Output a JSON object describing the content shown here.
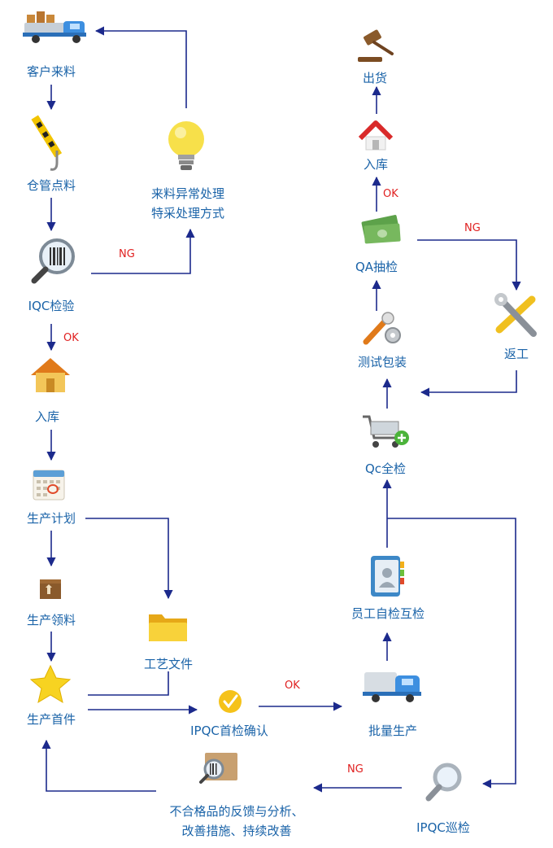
{
  "nodes": {
    "customer_material": "客户来料",
    "warehouse_count": "仓管点料",
    "iqc_inspection": "IQC检验",
    "warehouse_in_left": "入库",
    "production_plan": "生产计划",
    "production_picking": "生产领料",
    "first_article": "生产首件",
    "process_docs": "工艺文件",
    "ipqc_first_confirm": "IPQC首检确认",
    "mass_production": "批量生产",
    "self_mutual_check": "员工自检互检",
    "qc_full_check": "Qc全检",
    "test_packing": "测试包装",
    "qa_sampling": "QA抽检",
    "warehouse_in_right": "入库",
    "shipping": "出货",
    "rework": "返工",
    "ipqc_patrol": "IPQC巡检",
    "abnormal_line1": "来料异常处理",
    "abnormal_line2": "特采处理方式",
    "feedback_line1": "不合格品的反馈与分析、",
    "feedback_line2": "改善措施、持续改善"
  },
  "tags": {
    "ng_iqc": "NG",
    "ok_iqc": "OK",
    "ok_ipqc": "OK",
    "ng_patrol": "NG",
    "ok_qa": "OK",
    "ng_qa": "NG"
  },
  "colors": {
    "label": "#1a63a8",
    "arrow": "#1c2a8c",
    "tag": "#e02020"
  },
  "icons": {
    "customer_material": "delivery-truck-icon",
    "warehouse_count": "crane-hook-icon",
    "iqc_inspection": "barcode-magnifier-icon",
    "warehouse_in_left": "house-icon",
    "production_plan": "calendar-icon",
    "production_picking": "package-box-icon",
    "first_article": "star-icon",
    "process_docs": "folder-icon",
    "ipqc_first_confirm": "check-badge-icon",
    "mass_production": "delivery-van-icon",
    "self_mutual_check": "address-book-icon",
    "qc_full_check": "shopping-cart-add-icon",
    "test_packing": "wrench-gear-icon",
    "qa_sampling": "money-stack-icon",
    "warehouse_in_right": "house-roof-icon",
    "shipping": "gavel-icon",
    "rework": "wrench-screwdriver-icon",
    "ipqc_patrol": "magnifier-icon",
    "abnormal": "light-bulb-icon",
    "feedback": "barcode-box-icon"
  }
}
